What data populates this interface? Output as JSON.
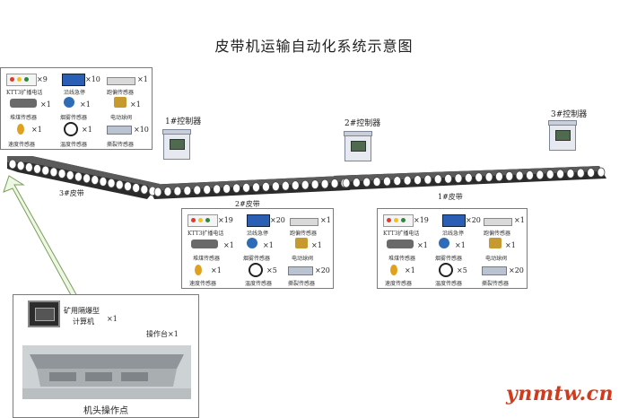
{
  "title": "皮带机运输自动化系统示意图",
  "controllers": [
    {
      "label": "1#控制器"
    },
    {
      "label": "2#控制器"
    },
    {
      "label": "3#控制器"
    }
  ],
  "belts": {
    "belt3": "3#皮带",
    "belt2": "2#皮带",
    "belt1": "1#皮带"
  },
  "box_belt3": {
    "phone": {
      "label": "KTT3扩播电话",
      "count": "×9"
    },
    "estop": {
      "label": "沿线急停",
      "count": "×10"
    },
    "deviation": {
      "label": "跑偏传感器",
      "count": "×1"
    },
    "coal_pile": {
      "label": "堆煤传感器",
      "count": "×1"
    },
    "smoke": {
      "label": "烟雾传感器",
      "count": "×1"
    },
    "valve": {
      "label": "电动球阀",
      "count": "×1"
    },
    "speed": {
      "label": "速度传感器",
      "count": "×1"
    },
    "temp": {
      "label": "温度传感器",
      "count": "×1"
    },
    "tear": {
      "label": "撕裂传感器",
      "count": "×10"
    }
  },
  "box_belt2": {
    "phone": {
      "label": "KTT3扩播电话",
      "count": "×19"
    },
    "estop": {
      "label": "沿线急停",
      "count": "×20"
    },
    "deviation": {
      "label": "跑偏传感器",
      "count": "×1"
    },
    "coal_pile": {
      "label": "堆煤传感器",
      "count": "×1"
    },
    "smoke": {
      "label": "烟雾传感器",
      "count": "×1"
    },
    "valve": {
      "label": "电动球阀",
      "count": "×1"
    },
    "speed": {
      "label": "速度传感器",
      "count": "×1"
    },
    "temp": {
      "label": "温度传感器",
      "count": "×5"
    },
    "tear": {
      "label": "撕裂传感器",
      "count": "×20"
    }
  },
  "box_belt1": {
    "phone": {
      "label": "KTT3扩播电话",
      "count": "×19"
    },
    "estop": {
      "label": "沿线急停",
      "count": "×20"
    },
    "deviation": {
      "label": "跑偏传感器",
      "count": "×1"
    },
    "coal_pile": {
      "label": "堆煤传感器",
      "count": "×1"
    },
    "smoke": {
      "label": "烟雾传感器",
      "count": "×1"
    },
    "valve": {
      "label": "电动球阀",
      "count": "×1"
    },
    "speed": {
      "label": "速度传感器",
      "count": "×1"
    },
    "temp": {
      "label": "温度传感器",
      "count": "×5"
    },
    "tear": {
      "label": "撕裂传感器",
      "count": "×20"
    }
  },
  "operator": {
    "computer_label_1": "矿用隔爆型",
    "computer_label_2": "计算机",
    "computer_count": "×1",
    "console_label": "操作台×1",
    "footer": "机头操作点"
  },
  "watermark": "ynmtw.cn",
  "colors": {
    "belt_dark": "#2b2b2b",
    "belt_top": "#5a5a5a",
    "roller": "#ffffff",
    "arrow_fill": "#eef7e4",
    "arrow_stroke": "#7a9e5a",
    "watermark": "#d23a1c"
  }
}
